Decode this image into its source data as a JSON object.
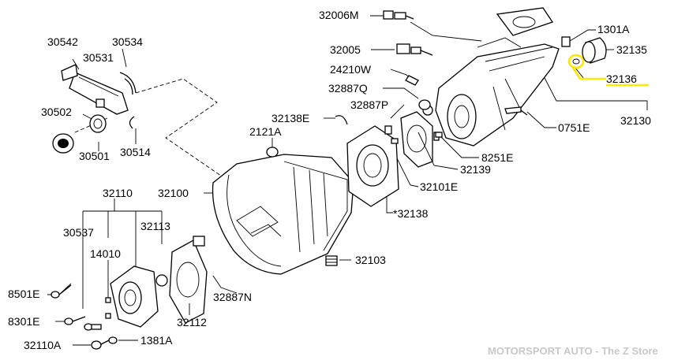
{
  "diagram": {
    "highlight_color": "#ffe800",
    "labels": {
      "p32006M": "32006M",
      "p1301A": "1301A",
      "p32005": "32005",
      "p32135": "32135",
      "p24210W": "24210W",
      "p32136": "32136",
      "p328870": "32887Q",
      "p32138E": "32138E",
      "p32887P": "32887P",
      "p32130": "32130",
      "p0751E": "0751E",
      "p30542": "30542",
      "p30534": "30534",
      "p30531": "30531",
      "p30502": "30502",
      "p2121A": "2121A",
      "p8251E": "8251E",
      "p30501": "30501",
      "p30514": "30514",
      "p32139": "32139",
      "p32101E": "32101E",
      "p32110": "32110",
      "p32100": "32100",
      "p32138s": "*32138",
      "p30537": "30537",
      "p32113": "32113",
      "p14010": "14010",
      "p32103": "32103",
      "p8501E": "8501E",
      "p32887N": "32887N",
      "p8301E": "8301E",
      "p32112": "32112",
      "p32110A": "32110A",
      "p1381A": "1381A"
    },
    "watermark": "MOTORSPORT AUTO - The Z Store"
  }
}
